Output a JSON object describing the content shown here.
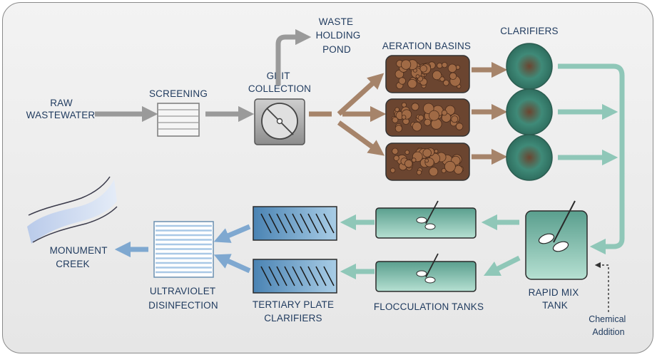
{
  "labels": {
    "raw": [
      "RAW",
      "WASTEWATER"
    ],
    "screening": "SCREENING",
    "grit": [
      "GRIT",
      "COLLECTION"
    ],
    "waste": [
      "WASTE",
      "HOLDING",
      "POND"
    ],
    "aeration": "AERATION BASINS",
    "clarifiers": "CLARIFIERS",
    "rapid_mix": [
      "RAPID MIX",
      "TANK"
    ],
    "chemical": [
      "Chemical",
      "Addition"
    ],
    "flocculation": "FLOCCULATION TANKS",
    "tertiary": [
      "TERTIARY PLATE",
      "CLARIFIERS"
    ],
    "uv": [
      "ULTRAVIOLET",
      "DISINFECTION"
    ],
    "creek": [
      "MONUMENT",
      "CREEK"
    ]
  },
  "colors": {
    "frame_border": "#8a8a8a",
    "label_text": "#1f3a5e",
    "gray_arrow": "#9a9a9a",
    "brown_arrow": "#a6846a",
    "teal_arrow": "#8fc7b8",
    "blue_arrow": "#7fa8d0",
    "aeration_fill": "#6b4530",
    "clarifier_fill": "#3f8a78",
    "teal_tank": "#8ec6b4",
    "blue_tank": "#6fa3c8"
  }
}
